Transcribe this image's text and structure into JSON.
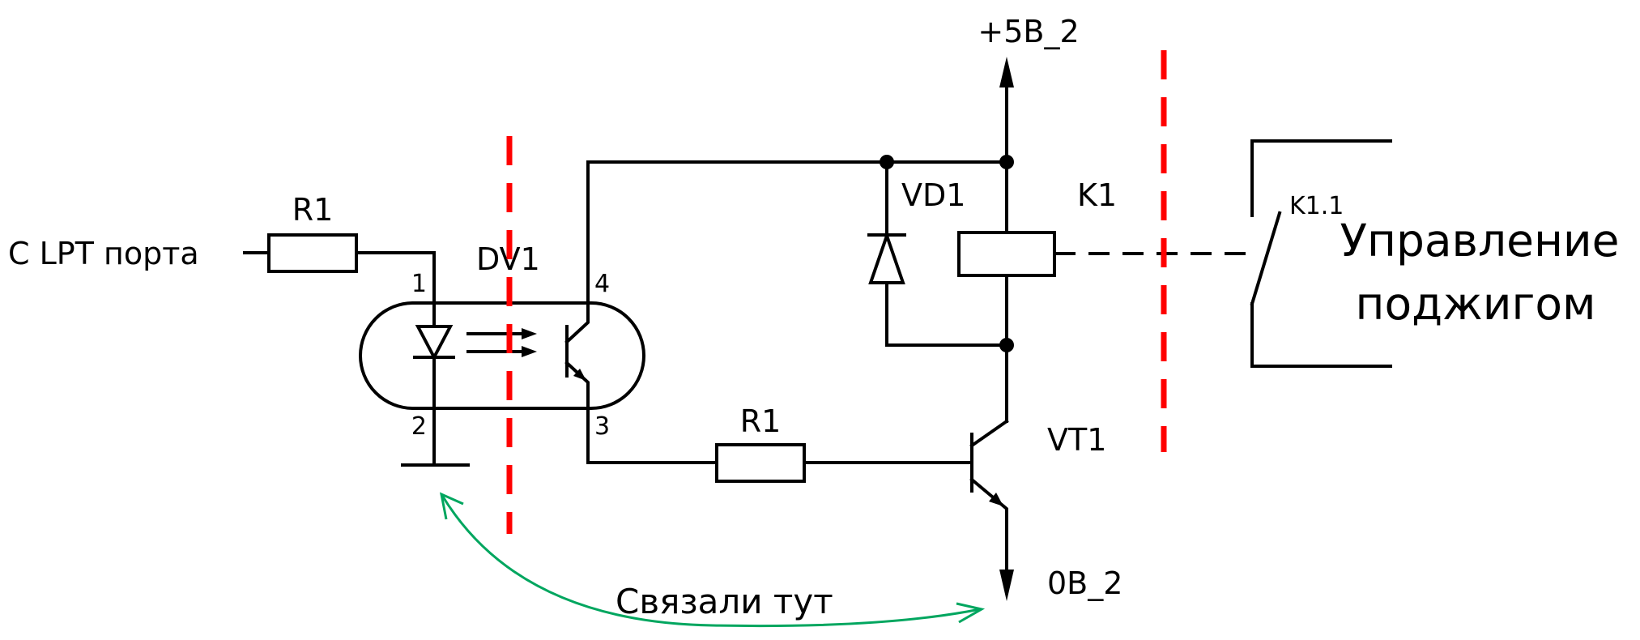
{
  "diagram": {
    "input_label": "С LPT порта",
    "annotation": "Связали тут",
    "output_label_line1": "Управление",
    "output_label_line2": "поджигом"
  },
  "components": {
    "resistor_input": "R1",
    "resistor_base": "R1",
    "optocoupler": "DV1",
    "diode": "VD1",
    "relay": "K1",
    "relay_contact": "K1.1",
    "transistor": "VT1"
  },
  "pins": {
    "p1": "1",
    "p2": "2",
    "p3": "3",
    "p4": "4"
  },
  "nets": {
    "supply": "+5В_2",
    "ground": "0В_2"
  },
  "colors": {
    "wire": "#000000",
    "separator": "#ff0000",
    "annotation": "#00a65f"
  }
}
